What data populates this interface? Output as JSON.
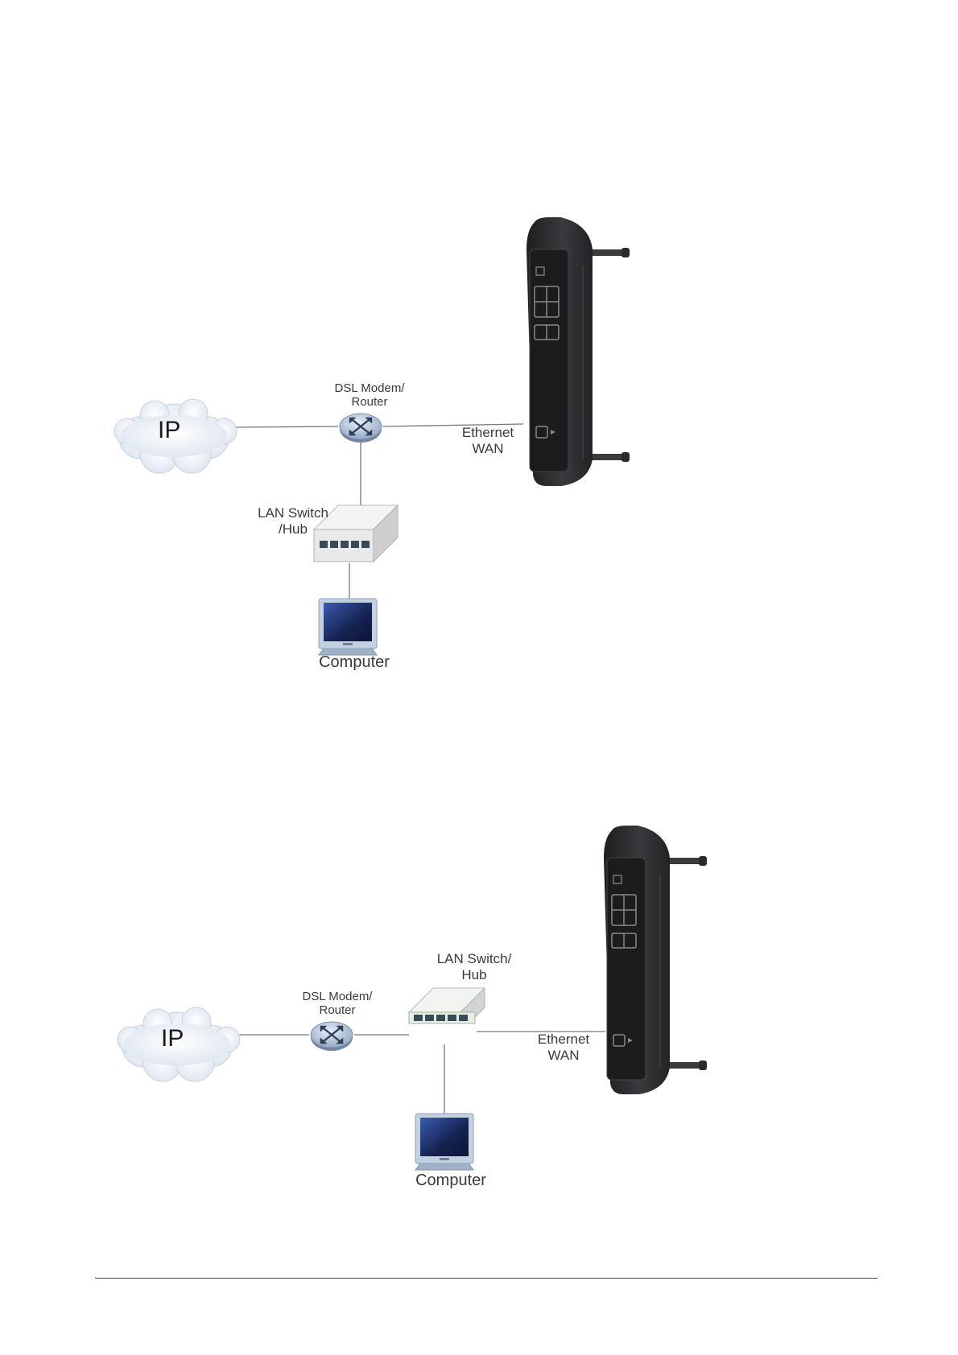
{
  "colors": {
    "link": "#7a7a7a",
    "cloud": "#e8eef5",
    "router_body": "#2b2b2d",
    "switch_body": "#eeeeee",
    "switch_body_alt": "#e6efe6",
    "monitor_frame": "#b8c6d8",
    "monitor_screen": "#1c2a58"
  },
  "icons": [
    "cloud-icon",
    "dsl-router-icon",
    "lan-switch-icon",
    "computer-icon",
    "wireless-router-icon"
  ],
  "diagram1": {
    "cloud": "IP",
    "modem": [
      "DSL Modem/",
      "Router"
    ],
    "switch": [
      "LAN Switch",
      "/Hub"
    ],
    "computer": "Computer",
    "wan": [
      "Ethernet",
      "WAN"
    ]
  },
  "diagram2": {
    "cloud": "IP",
    "modem": [
      "DSL Modem/",
      "Router"
    ],
    "switch": [
      "LAN Switch/",
      "Hub"
    ],
    "computer": "Computer",
    "wan": [
      "Ethernet",
      "WAN"
    ]
  }
}
